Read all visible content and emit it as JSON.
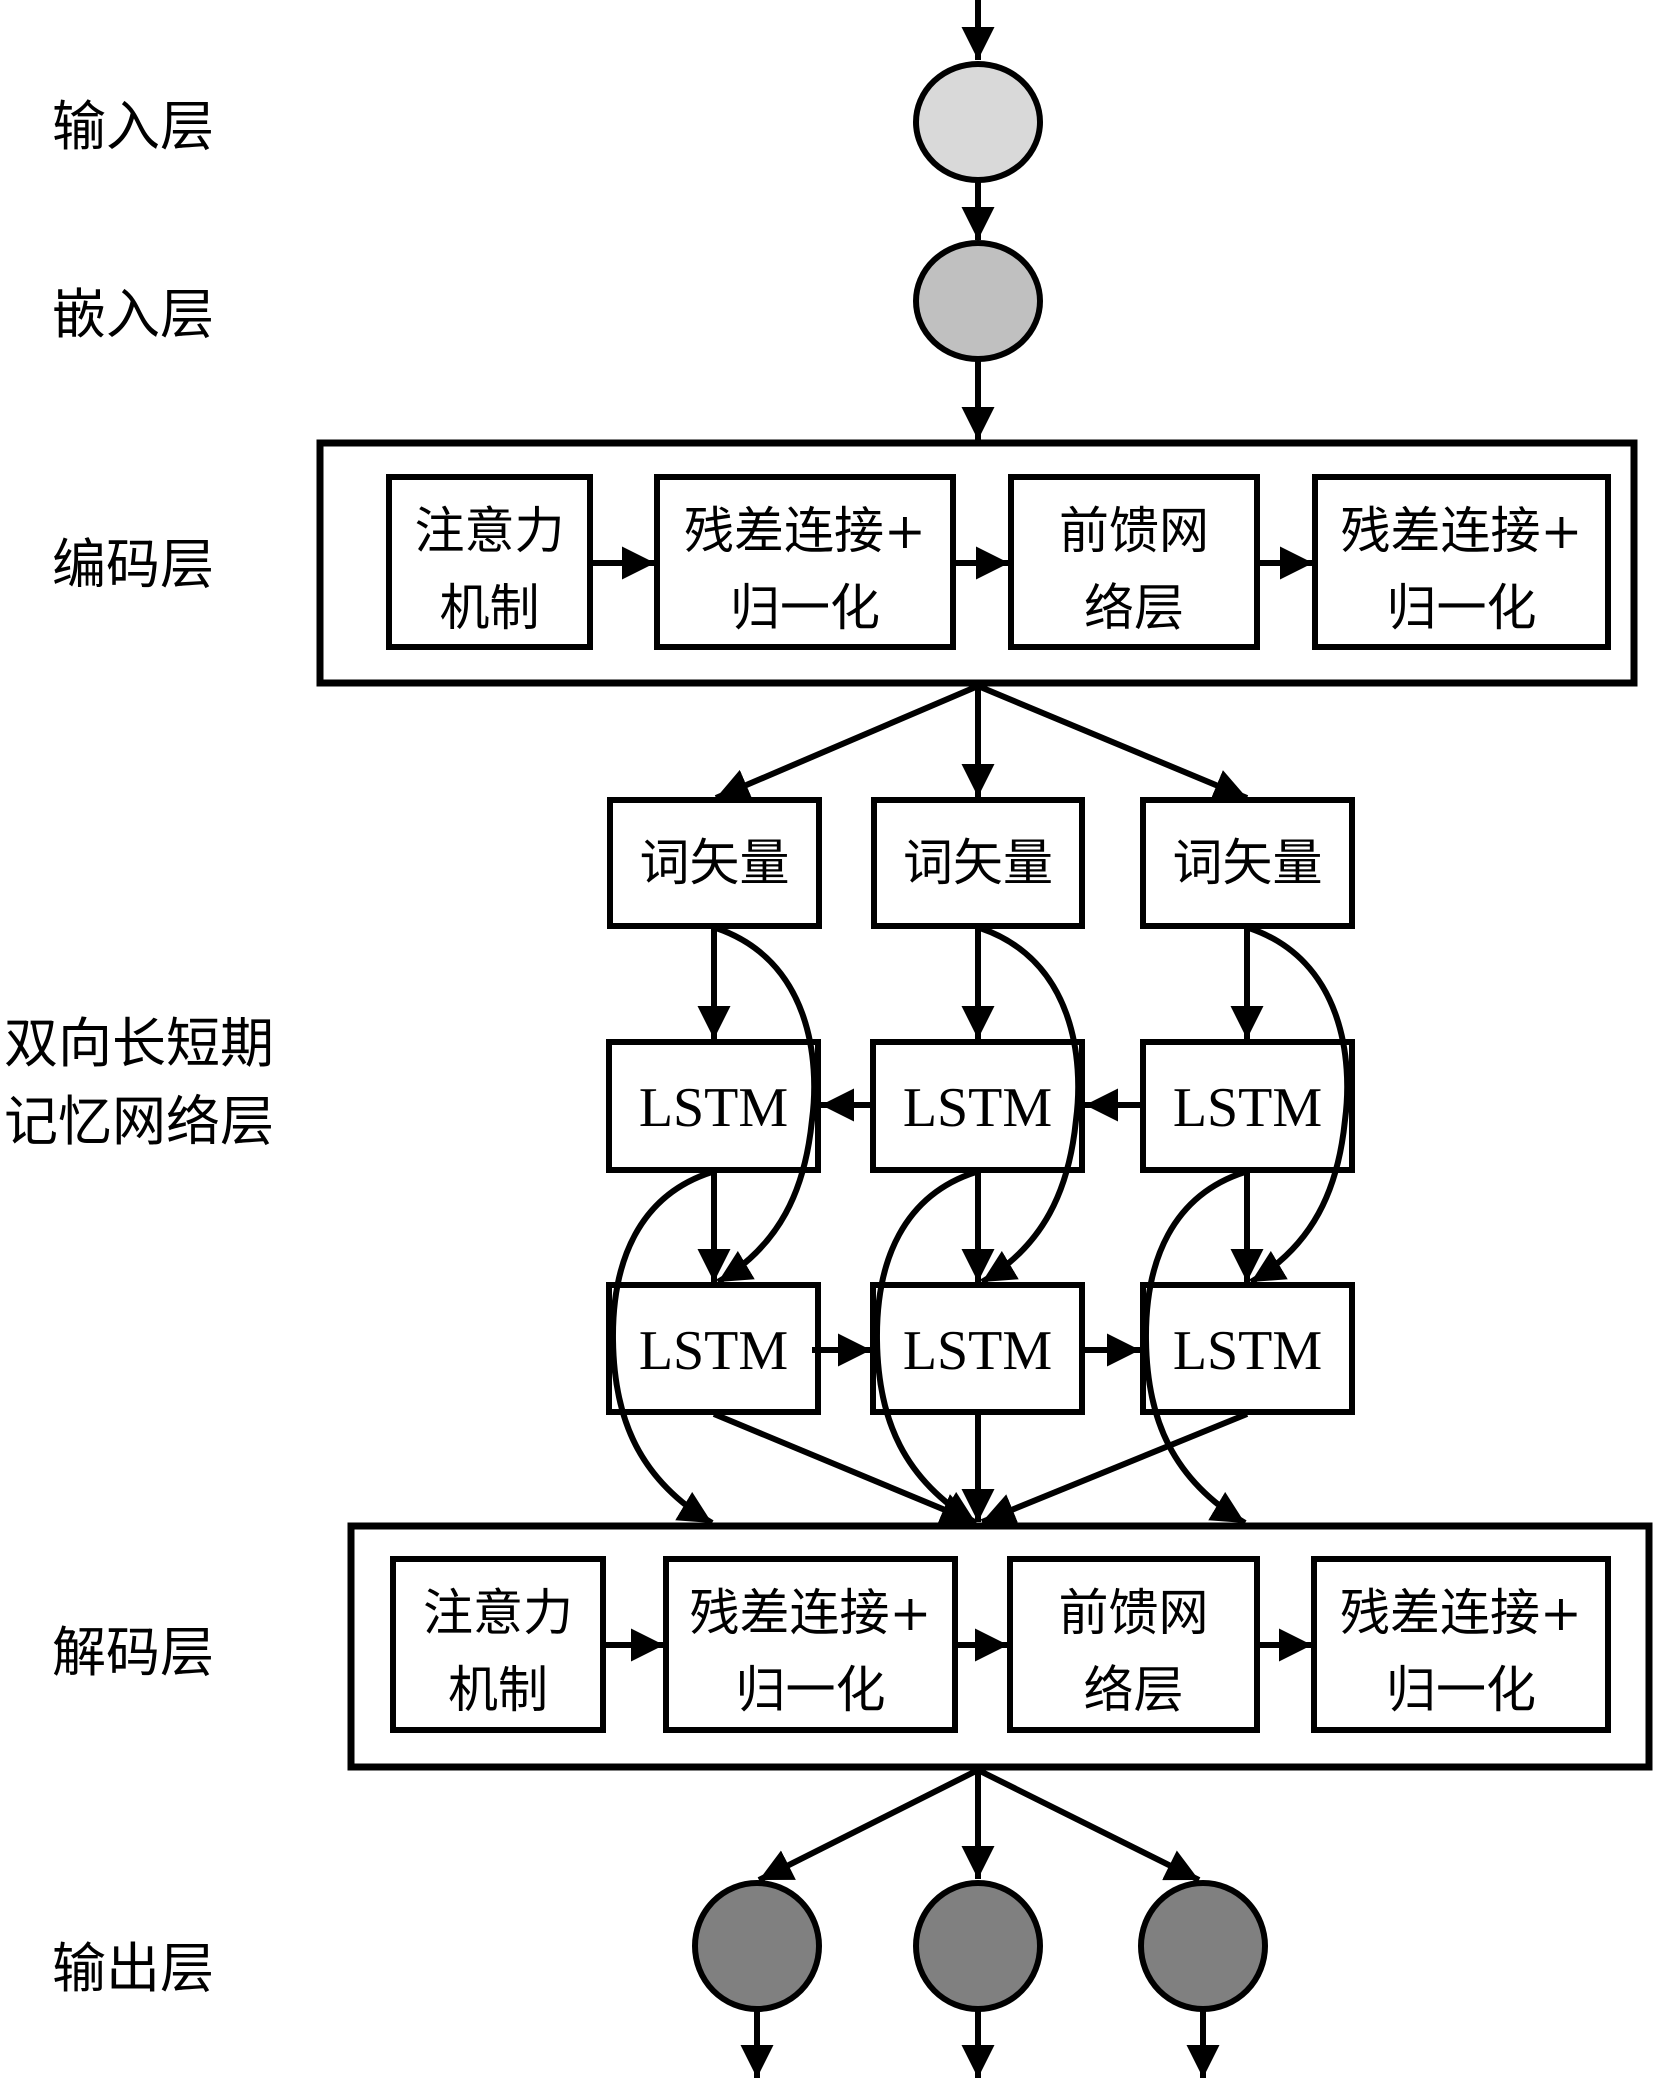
{
  "figure": {
    "layer_labels": {
      "input": "输入层",
      "embedding": "嵌入层",
      "encoder": "编码层",
      "bilstm_line1": "双向长短期",
      "bilstm_line2": "记忆网络层",
      "decoder": "解码层",
      "output": "输出层"
    },
    "node_colors": {
      "input": "#d9d9d9",
      "embedding": "#c0c0c0",
      "output": "#808080"
    },
    "encoder": {
      "blocks": [
        {
          "line1": "注意力",
          "line2": "机制"
        },
        {
          "line1": "残差连接+",
          "line2": "归一化"
        },
        {
          "line1": "前馈网",
          "line2": "络层"
        },
        {
          "line1": "残差连接+",
          "line2": "归一化"
        }
      ]
    },
    "decoder": {
      "blocks": [
        {
          "line1": "注意力",
          "line2": "机制"
        },
        {
          "line1": "残差连接+",
          "line2": "归一化"
        },
        {
          "line1": "前馈网",
          "line2": "络层"
        },
        {
          "line1": "残差连接+",
          "line2": "归一化"
        }
      ]
    },
    "word_vectors": [
      "词矢量",
      "词矢量",
      "词矢量"
    ],
    "lstm_backward": [
      "LSTM",
      "LSTM",
      "LSTM"
    ],
    "lstm_forward": [
      "LSTM",
      "LSTM",
      "LSTM"
    ],
    "output_node_count": 3
  }
}
